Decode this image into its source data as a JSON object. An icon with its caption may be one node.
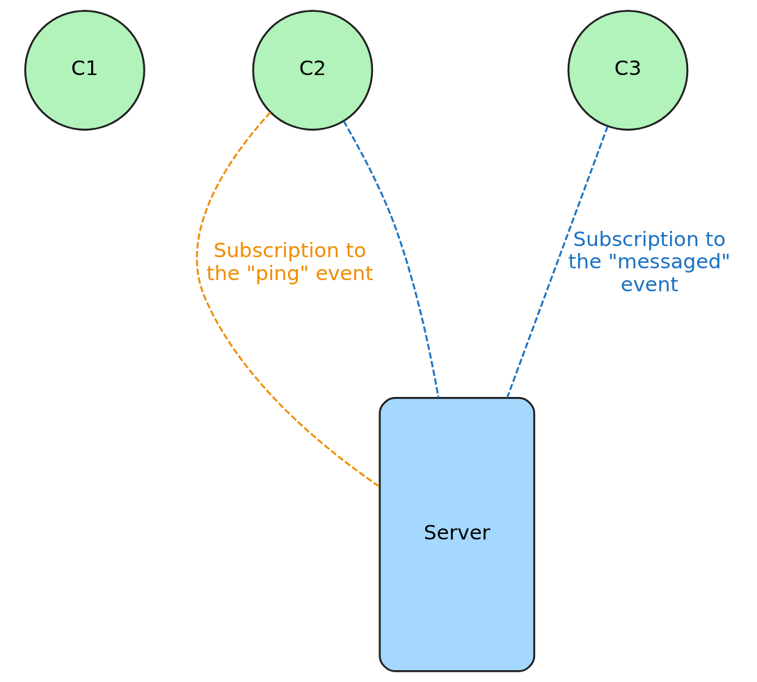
{
  "diagram": {
    "nodes": [
      {
        "text": [
          "C1"
        ]
      },
      {
        "text": [
          "C2"
        ]
      },
      {
        "text": [
          "C3"
        ]
      },
      {
        "text": [
          "Server"
        ]
      }
    ],
    "edges": [
      {
        "from": 1,
        "to": 3,
        "arrow": "none",
        "style": "dashed",
        "color": "#f08c00",
        "label": "Subscription to the \"ping\" event"
      },
      {
        "from": 1,
        "to": 3,
        "arrow": "none",
        "style": "dashed",
        "color": "#1971c2"
      },
      {
        "from": 2,
        "to": 3,
        "arrow": "none",
        "style": "dashed",
        "color": "#1971c2",
        "label": "Subscription to the \"messaged\" event"
      }
    ]
  }
}
